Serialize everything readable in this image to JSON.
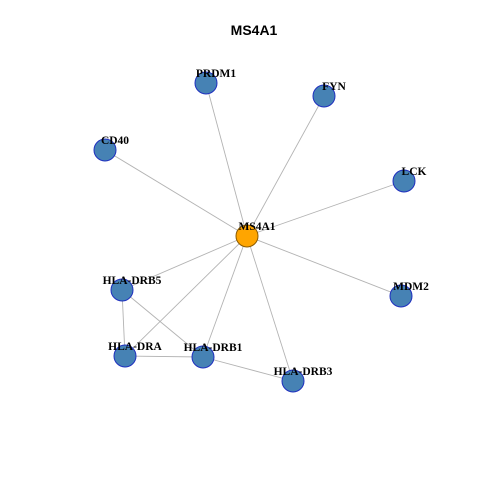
{
  "title": "MS4A1",
  "colors": {
    "hub_node": "#FFA500",
    "neighbor_node": "#4682B4",
    "edge": "#B3B3B3"
  },
  "nodes": [
    {
      "id": "MS4A1",
      "label": "MS4A1",
      "role": "hub"
    },
    {
      "id": "PRDM1",
      "label": "PRDM1",
      "role": "neighbor"
    },
    {
      "id": "FYN",
      "label": "FYN",
      "role": "neighbor"
    },
    {
      "id": "CD40",
      "label": "CD40",
      "role": "neighbor"
    },
    {
      "id": "LCK",
      "label": "LCK",
      "role": "neighbor"
    },
    {
      "id": "HLA-DRB5",
      "label": "HLA-DRB5",
      "role": "neighbor"
    },
    {
      "id": "MDM2",
      "label": "MDM2",
      "role": "neighbor"
    },
    {
      "id": "HLA-DRA",
      "label": "HLA-DRA",
      "role": "neighbor"
    },
    {
      "id": "HLA-DRB1",
      "label": "HLA-DRB1",
      "role": "neighbor"
    },
    {
      "id": "HLA-DRB3",
      "label": "HLA-DRB3",
      "role": "neighbor"
    }
  ],
  "edges": [
    {
      "source": "MS4A1",
      "target": "PRDM1"
    },
    {
      "source": "MS4A1",
      "target": "FYN"
    },
    {
      "source": "MS4A1",
      "target": "CD40"
    },
    {
      "source": "MS4A1",
      "target": "LCK"
    },
    {
      "source": "MS4A1",
      "target": "MDM2"
    },
    {
      "source": "MS4A1",
      "target": "HLA-DRB5"
    },
    {
      "source": "MS4A1",
      "target": "HLA-DRA"
    },
    {
      "source": "MS4A1",
      "target": "HLA-DRB1"
    },
    {
      "source": "MS4A1",
      "target": "HLA-DRB3"
    },
    {
      "source": "HLA-DRB5",
      "target": "HLA-DRA"
    },
    {
      "source": "HLA-DRB5",
      "target": "HLA-DRB1"
    },
    {
      "source": "HLA-DRA",
      "target": "HLA-DRB1"
    },
    {
      "source": "HLA-DRB1",
      "target": "HLA-DRB3"
    }
  ]
}
